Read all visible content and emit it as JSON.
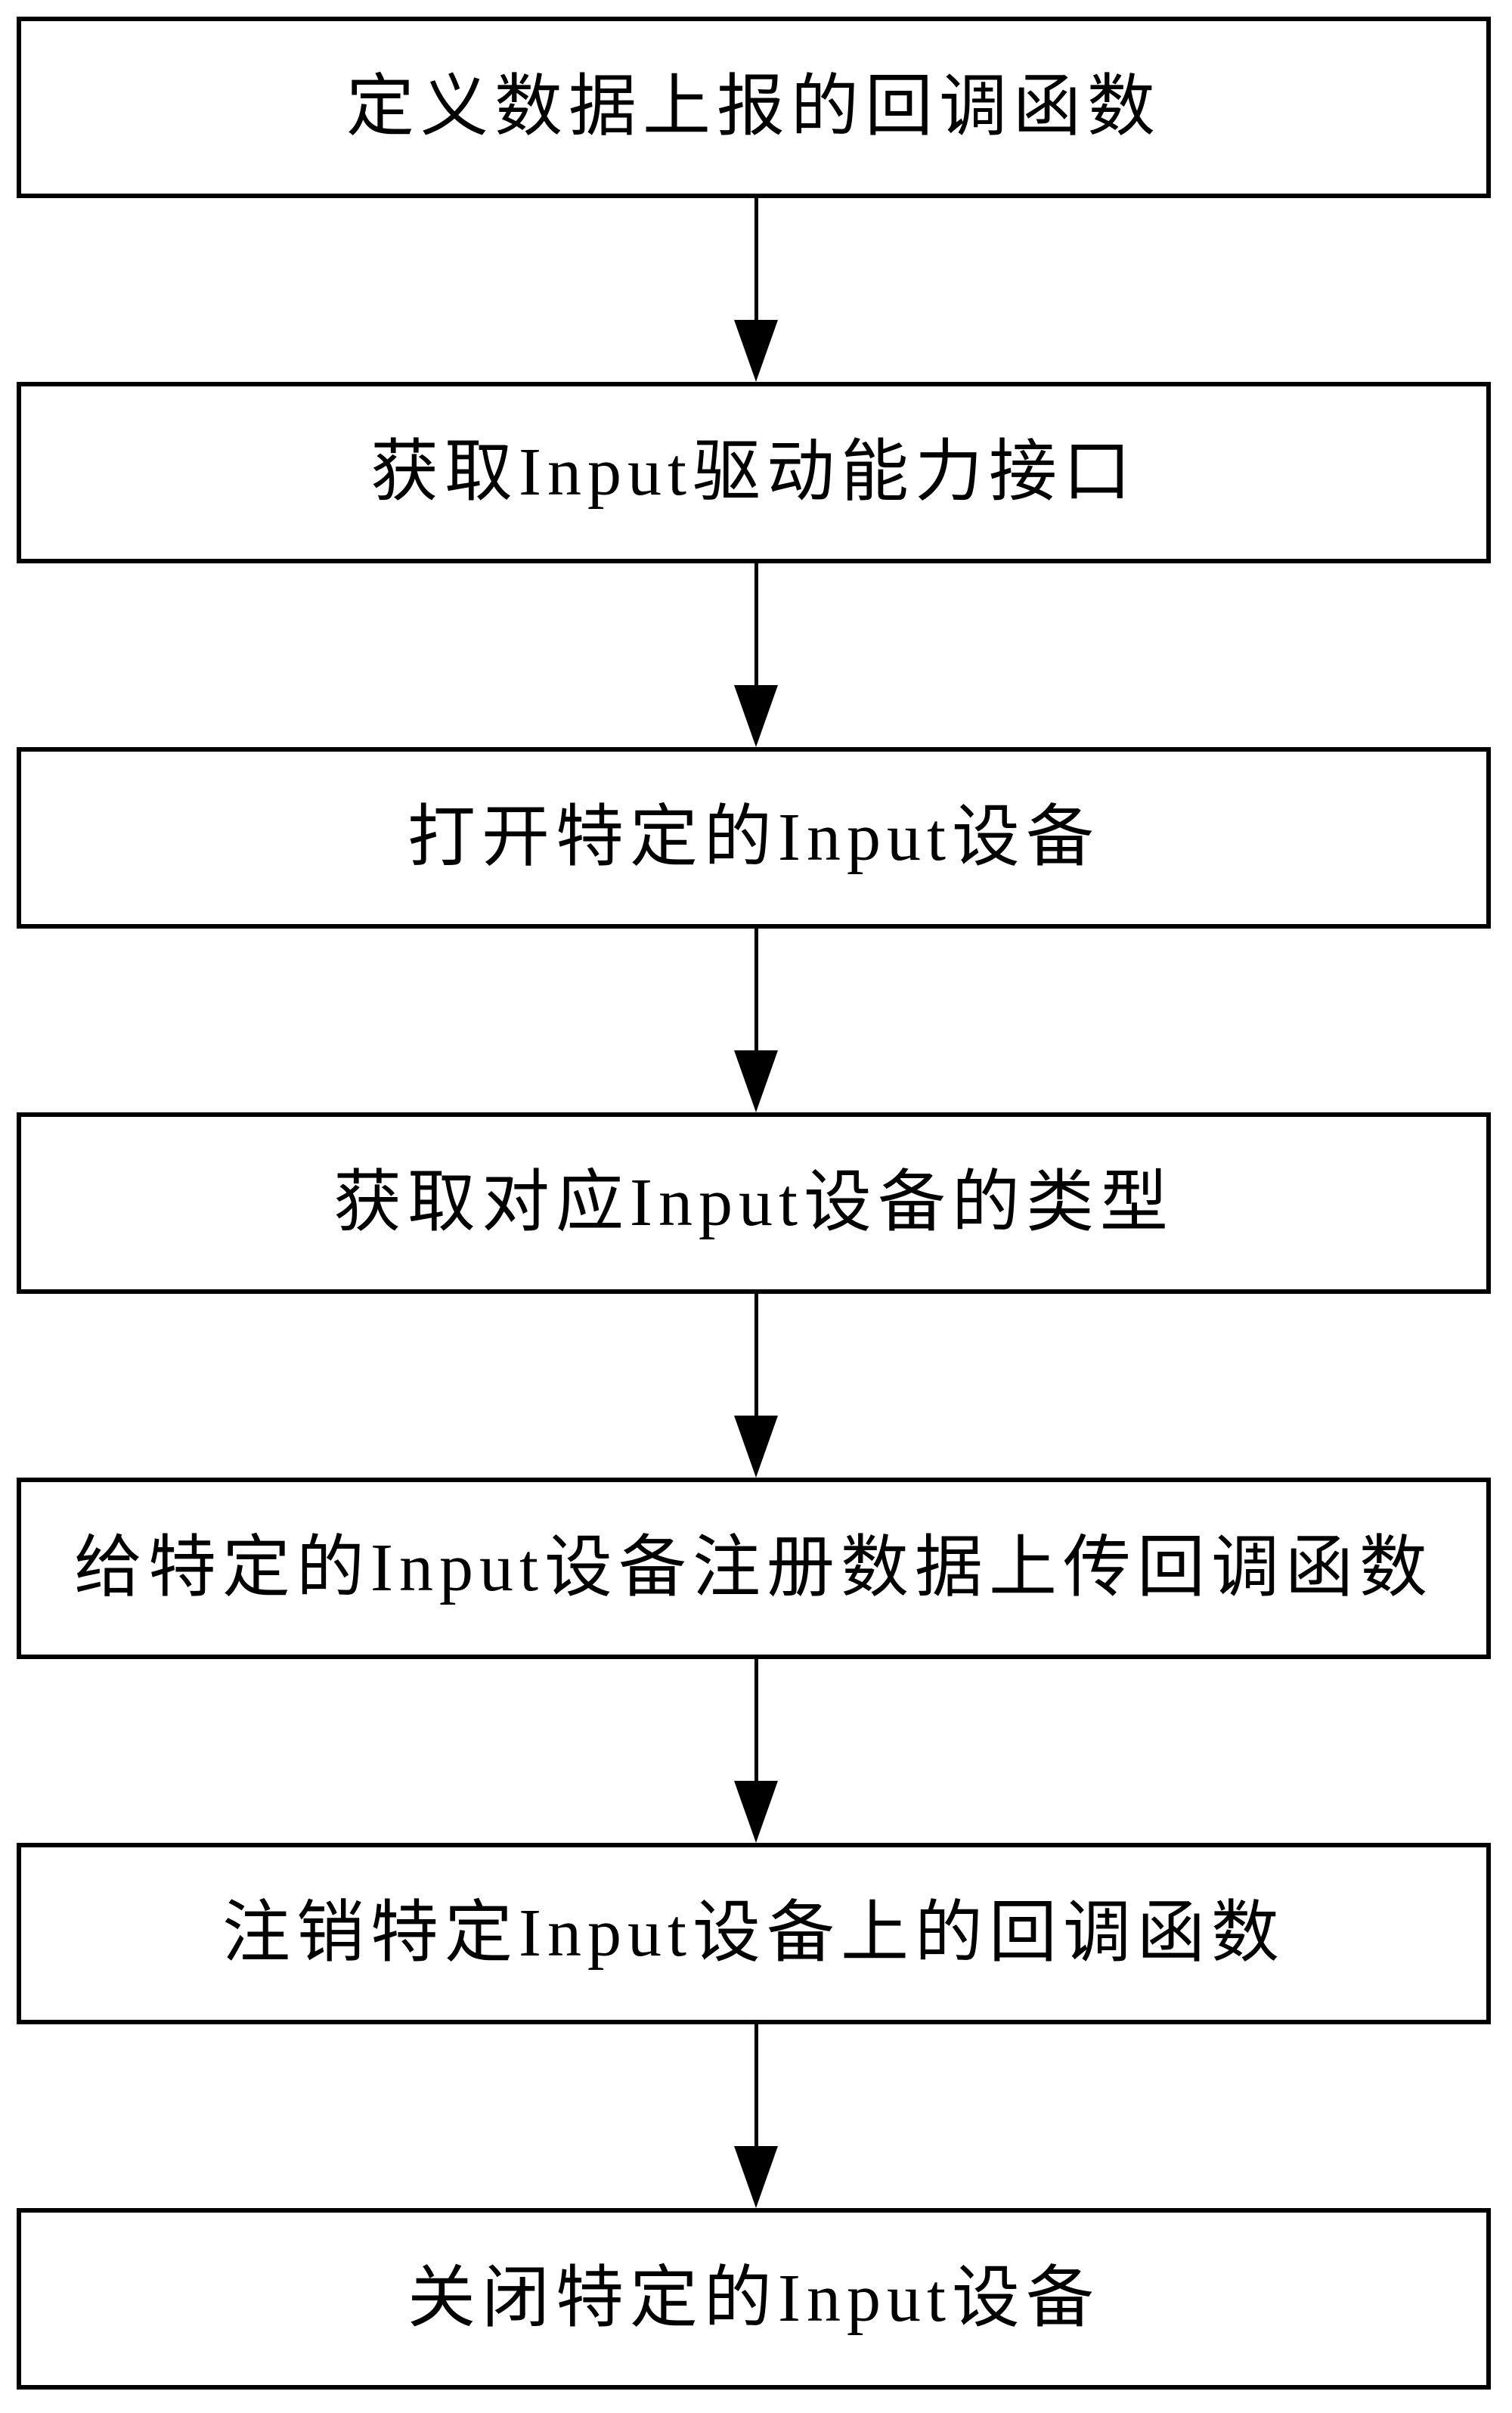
{
  "flowchart": {
    "type": "vertical-flow",
    "steps": [
      {
        "label": "定义数据上报的回调函数"
      },
      {
        "label": "获取Input驱动能力接口"
      },
      {
        "label": "打开特定的Input设备"
      },
      {
        "label": "获取对应Input设备的类型"
      },
      {
        "label": "给特定的Input设备注册数据上传回调函数"
      },
      {
        "label": "注销特定Input设备上的回调函数"
      },
      {
        "label": "关闭特定的Input设备"
      }
    ],
    "connector": "arrow-down",
    "colors": {
      "border": "#000000",
      "background": "#ffffff",
      "text": "#000000"
    }
  }
}
